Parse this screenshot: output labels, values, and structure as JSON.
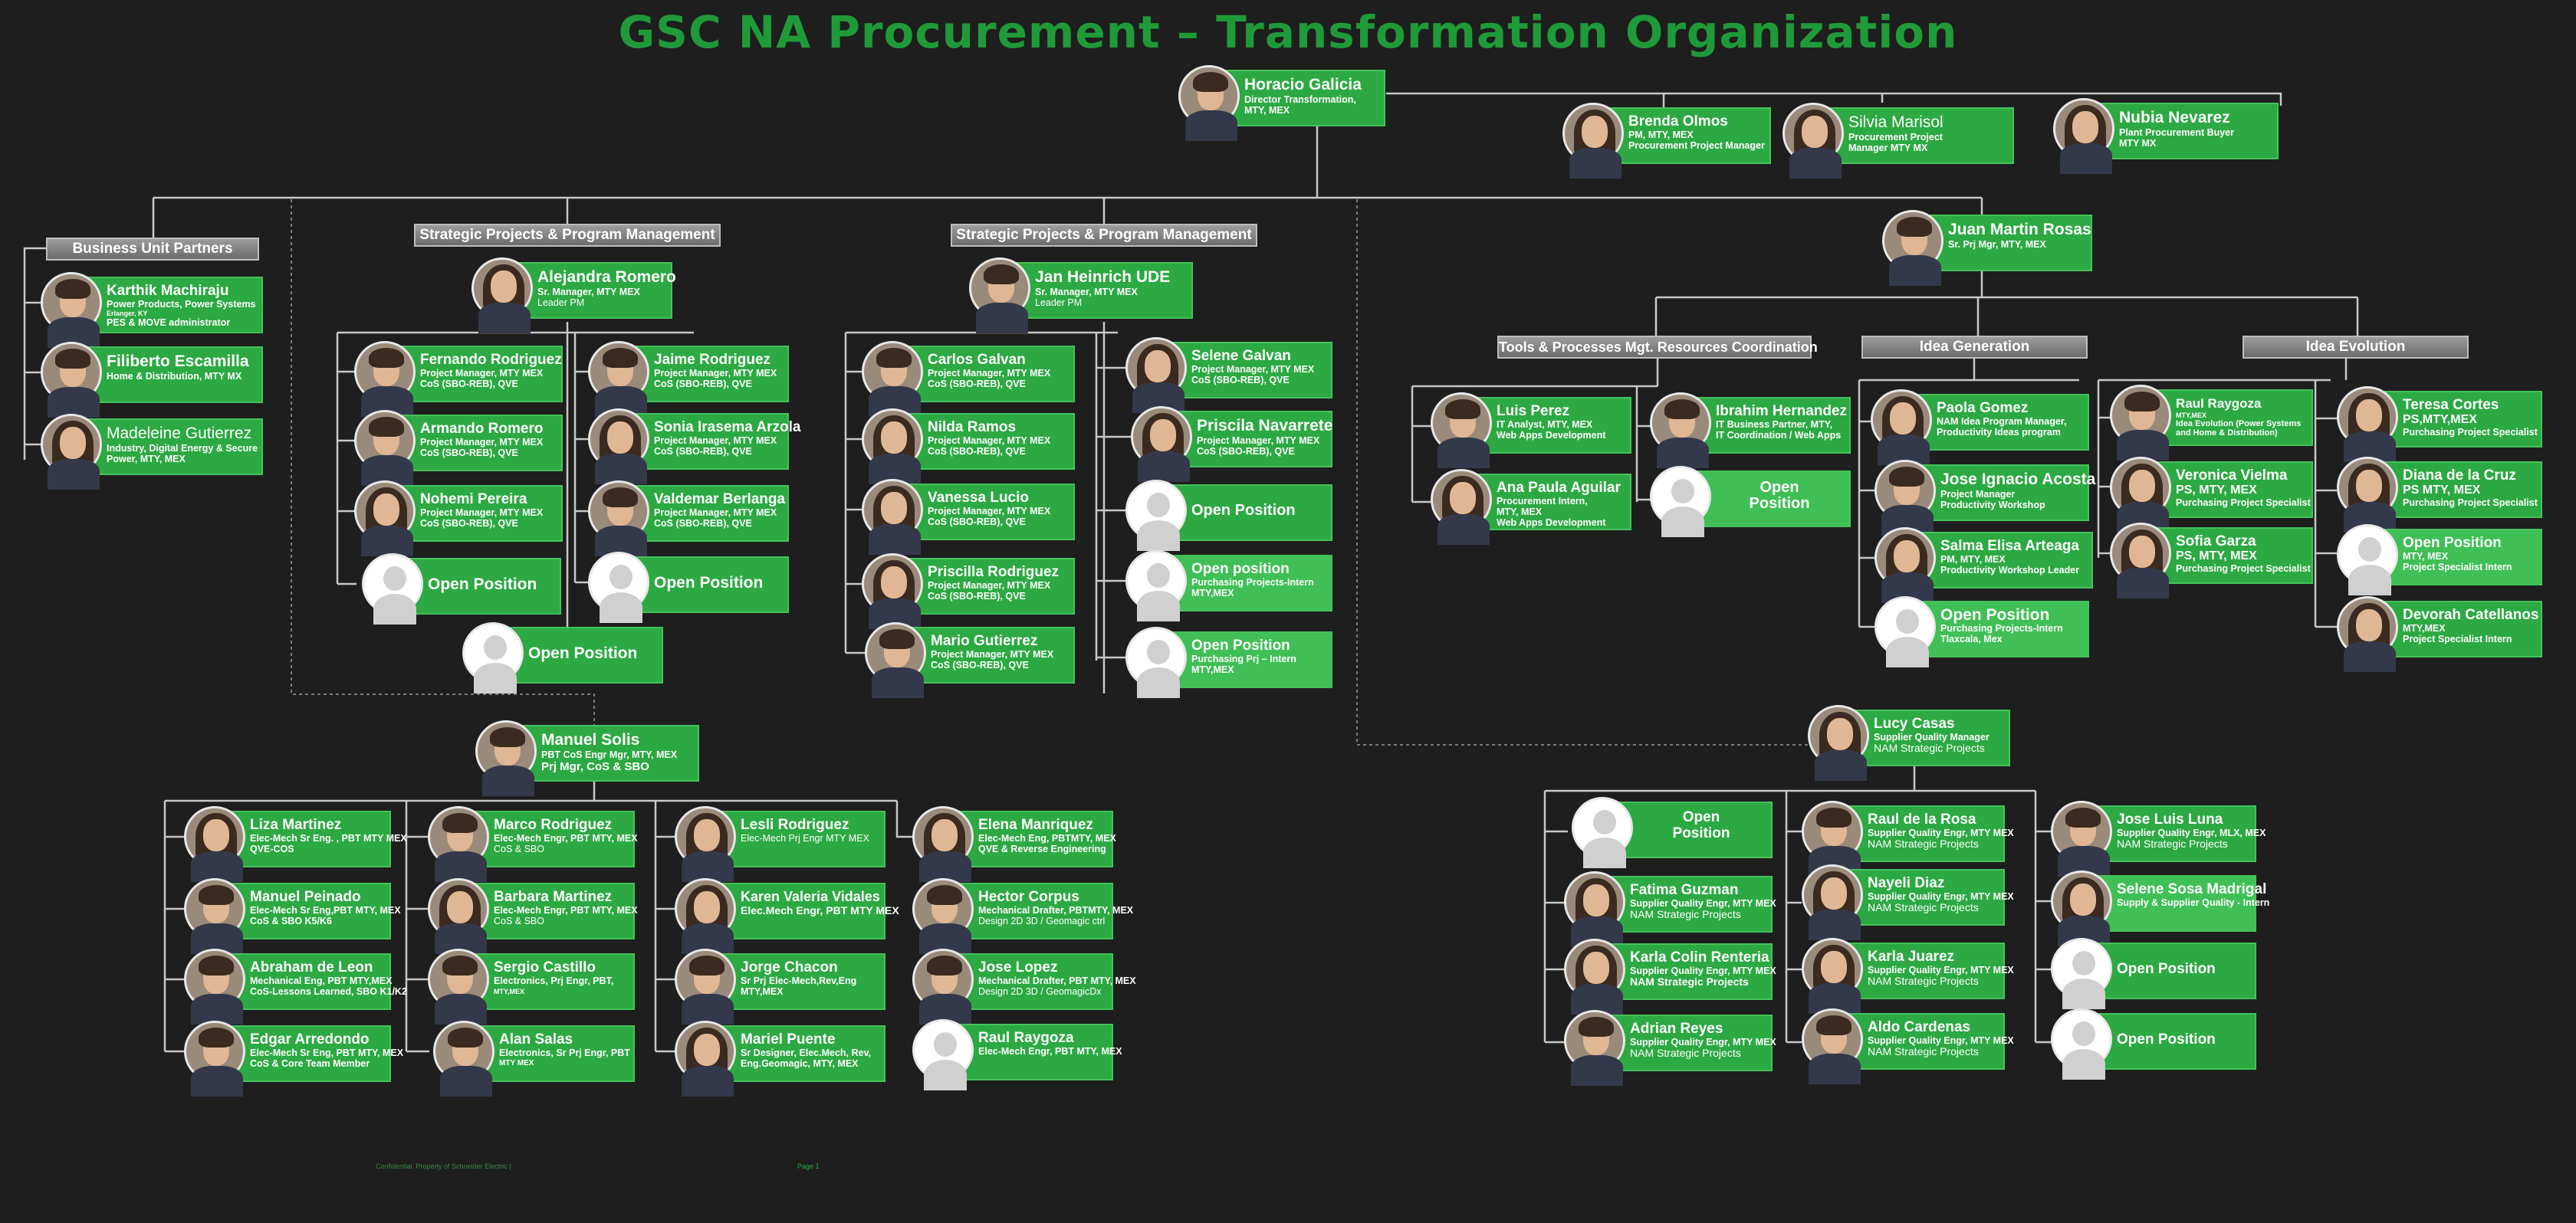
{
  "title": "GSC NA Procurement – Transformation Organization",
  "colors": {
    "card": "#2ca942",
    "title": "#1f9a38",
    "background": "#1e1e1e",
    "header": "#8a8a8a"
  },
  "headers": {
    "bup": "Business Unit Partners",
    "spm1": "Strategic Projects & Program Management",
    "spm2": "Strategic Projects & Program Management",
    "tools": "Tools & Processes Mgt. Resources Coordination",
    "idea_gen": "Idea Generation",
    "idea_evo": "Idea Evolution"
  },
  "people": {
    "horacio": {
      "name": "Horacio  Galicia",
      "l1": "Director Transformation,",
      "l2": "MTY, MEX"
    },
    "brenda": {
      "name": "Brenda Olmos",
      "l1": "PM, MTY, MEX",
      "l2": "Procurement Project Manager"
    },
    "silvia": {
      "name": "Silvia Marisol",
      "l1": "Procurement Project",
      "l2": "Manager MTY MX"
    },
    "nubia": {
      "name": "Nubia Nevarez",
      "l1": "Plant Procurement Buyer",
      "l2": "MTY MX"
    },
    "juan": {
      "name": "Juan Martin Rosas",
      "l1": "Sr. Prj Mgr, MTY, MEX"
    },
    "karthik": {
      "name": "Karthik Machiraju",
      "l1": "Power Products, Power Systems",
      "l2": "Erlanger, KY",
      "l3": "PES & MOVE administrator"
    },
    "filiberto": {
      "name": "Filiberto Escamilla",
      "l1": "Home & Distribution, MTY MX"
    },
    "madeleine": {
      "name": "Madeleine Gutierrez",
      "l1": "Industry, Digital Energy & Secure",
      "l2": "Power, MTY, MEX"
    },
    "alejandra": {
      "name": "Alejandra Romero",
      "l1": "Sr. Manager, MTY MEX",
      "l2": "Leader PM"
    },
    "fernando": {
      "name": "Fernando Rodriguez",
      "l1": "Project Manager, MTY MEX",
      "l2": "CoS (SBO-REB),  QVE"
    },
    "armando": {
      "name": "Armando Romero",
      "l1": "Project Manager, MTY MEX",
      "l2": "CoS (SBO-REB),  QVE"
    },
    "nohemi": {
      "name": "Nohemi  Pereira",
      "l1": "Project Manager, MTY MEX",
      "l2": "CoS (SBO-REB),  QVE"
    },
    "open_a1": {
      "name": "Open Position"
    },
    "jaime": {
      "name": "Jaime Rodriguez",
      "l1": "Project Manager, MTY MEX",
      "l2": "CoS (SBO-REB),  QVE"
    },
    "sonia": {
      "name": "Sonia Irasema Arzola",
      "l1": "Project Manager, MTY MEX",
      "l2": "CoS (SBO-REB),  QVE"
    },
    "valdemar": {
      "name": "Valdemar Berlanga",
      "l1": "Project Manager, MTY MEX",
      "l2": "CoS (SBO-REB),  QVE"
    },
    "open_a2": {
      "name": "Open Position"
    },
    "open_a3": {
      "name": "Open Position"
    },
    "jan": {
      "name": "Jan Heinrich UDE",
      "l1": "Sr. Manager, MTY MEX",
      "l2": "Leader  PM"
    },
    "carlos": {
      "name": "Carlos Galvan",
      "l1": "Project Manager, MTY MEX",
      "l2": "CoS (SBO-REB),  QVE"
    },
    "nilda": {
      "name": "Nilda Ramos",
      "l1": "Project Manager, MTY MEX",
      "l2": "CoS (SBO-REB),  QVE"
    },
    "vanessa": {
      "name": "Vanessa  Lucio",
      "l1": "Project Manager, MTY MEX",
      "l2": "CoS (SBO-REB),  QVE"
    },
    "priscilla_r": {
      "name": "Priscilla  Rodriguez",
      "l1": "Project Manager, MTY MEX",
      "l2": "CoS (SBO-REB),  QVE"
    },
    "mario": {
      "name": "Mario Gutierrez",
      "l1": "Project Manager, MTY MEX",
      "l2": "CoS (SBO-REB),  QVE"
    },
    "selene_g": {
      "name": "Selene  Galvan",
      "l1": "Project Manager, MTY MEX",
      "l2": "CoS (SBO-REB),  QVE"
    },
    "priscila_n": {
      "name": "Priscila Navarrete",
      "l1": "Project Manager, MTY MEX",
      "l2": "CoS (SBO-REB),  QVE"
    },
    "open_b1": {
      "name": "Open Position"
    },
    "open_b2": {
      "name": "Open position",
      "l1": "Purchasing  Projects-Intern",
      "l2": "MTY,MEX"
    },
    "open_b3": {
      "name": "Open Position",
      "l1": "Purchasing Prj – Intern",
      "l2": "MTY,MEX"
    },
    "luis": {
      "name": "Luis Perez",
      "l1": "IT Analyst, MTY,  MEX",
      "l2": "Web Apps Development"
    },
    "ana": {
      "name": "Ana Paula Aguilar",
      "l1": "Procurement Intern,",
      "l2": "MTY, MEX",
      "l3": "Web Apps Development"
    },
    "ibrahim": {
      "name": "Ibrahim Hernandez",
      "l1": "IT Business  Partner, MTY,",
      "l2": "IT Coordination  / Web Apps"
    },
    "open_c1": {
      "name": "Open",
      "l1": "Position"
    },
    "paola": {
      "name": "Paola Gomez",
      "l1": "NAM Idea Program Manager,",
      "l2": "Productivity Ideas program"
    },
    "jose_ignacio": {
      "name": "Jose Ignacio Acosta",
      "l1": "Project Manager",
      "l2": "Productivity Workshop"
    },
    "salma": {
      "name": "Salma Elisa Arteaga",
      "l1": "PM, MTY, MEX",
      "l2": "Productivity Workshop Leader"
    },
    "open_c2": {
      "name": "Open Position",
      "l1": "Purchasing Projects-Intern",
      "l2": "Tlaxcala, Mex"
    },
    "raul_r": {
      "name": "Raul Raygoza",
      "l1": "MTY,MEX",
      "l2": "Idea Evolution (Power Systems",
      "l3": "and Home & Distribution)"
    },
    "veronica": {
      "name": "Veronica Vielma",
      "l1": "PS, MTY, MEX",
      "l2": "Purchasing Project Specialist"
    },
    "sofia": {
      "name": "Sofia Garza",
      "l1": "PS, MTY, MEX",
      "l2": "Purchasing Project Specialist"
    },
    "teresa": {
      "name": "Teresa Cortes",
      "l1": "PS,MTY,MEX",
      "l2": "Purchasing Project Specialist"
    },
    "diana": {
      "name": "Diana de la Cruz",
      "l1": "PS MTY, MEX",
      "l2": "Purchasing Project Specialist"
    },
    "open_d1": {
      "name": "Open Position",
      "l1": "MTY, MEX",
      "l2": "Project Specialist Intern"
    },
    "devorah": {
      "name": "Devorah Catellanos",
      "l1": "MTY,MEX",
      "l2": "Project Specialist Intern"
    },
    "manuel_s": {
      "name": "Manuel Solis",
      "l1": "PBT CoS Engr Mgr, MTY, MEX",
      "l2": "Prj Mgr, CoS & SBO"
    },
    "liza": {
      "name": "Liza Martinez",
      "l1": "Elec-Mech Sr Eng. , PBT MTY MEX",
      "l2": "QVE-COS"
    },
    "manuel_p": {
      "name": "Manuel Peinado",
      "l1": "Elec-Mech Sr Eng,PBT MTY, MEX",
      "l2": "CoS & SBO K5/K6"
    },
    "abraham": {
      "name": "Abraham de Leon",
      "l1": "Mechanical Eng, PBT MTY,MEX",
      "l2": "CoS-Lessons Learned, SBO K1/K2"
    },
    "edgar": {
      "name": "Edgar Arredondo",
      "l1": "Elec-Mech Sr Eng, PBT MTY, MEX",
      "l2": "CoS & Core Team Member"
    },
    "marco": {
      "name": "Marco Rodriguez",
      "l1": "Elec-Mech Engr, PBT MTY, MEX",
      "l2": "CoS & SBO"
    },
    "barbara": {
      "name": "Barbara Martinez",
      "l1": "Elec-Mech Engr, PBT MTY, MEX",
      "l2": "CoS & SBO"
    },
    "sergio": {
      "name": "Sergio Castillo",
      "l1": "Electronics, Prj Engr, PBT,",
      "l2": "MTY,MEX"
    },
    "alan": {
      "name": "Alan Salas",
      "l1": "Electronics, Sr Prj Engr, PBT",
      "l2": "MTY MEX"
    },
    "lesli": {
      "name": "Lesli Rodriguez",
      "l1": "Elec-Mech Prj Engr  MTY MEX"
    },
    "karen": {
      "name": "Karen Valeria Vidales",
      "l1": "Elec.Mech Engr, PBT MTY MEX"
    },
    "jorge": {
      "name": "Jorge Chacon",
      "l1": "Sr Prj Elec-Mech,Rev,Eng",
      "l2": "MTY,MEX"
    },
    "mariel": {
      "name": "Mariel Puente",
      "l1": "Sr Designer, Elec.Mech, Rev,",
      "l2": "Eng.Geomagic, MTY, MEX"
    },
    "elena": {
      "name": "Elena Manriquez",
      "l1": "Elec-Mech Eng, PBTMTY, MEX",
      "l2": "QVE & Reverse  Engineering"
    },
    "hector": {
      "name": "Hector Corpus",
      "l1": "Mechanical Drafter, PBTMTY, MEX",
      "l2": "Design 2D 3D / Geomagic ctrl"
    },
    "jose_l": {
      "name": "Jose Lopez",
      "l1": "Mechanical Drafter, PBT MTY, MEX",
      "l2": "Design 2D 3D / GeomagicDx"
    },
    "raul_r2": {
      "name": "Raul Raygoza",
      "l1": "Elec-Mech Engr, PBT MTY, MEX"
    },
    "lucy": {
      "name": "Lucy Casas",
      "l1": "Supplier Quality Manager",
      "l2": "NAM Strategic Projects"
    },
    "open_e1": {
      "name": "Open",
      "l1": "Position"
    },
    "fatima": {
      "name": "Fatima Guzman",
      "l1": "Supplier Quality Engr, MTY MEX",
      "l2": "NAM Strategic Projects"
    },
    "karla_c": {
      "name": "Karla Colin Renteria",
      "l1": "Supplier Quality Engr, MTY MEX",
      "l2": "NAM Strategic Projects"
    },
    "adrian": {
      "name": "Adrian Reyes",
      "l1": "Supplier Quality Engr, MTY MEX",
      "l2": "NAM Strategic Projects"
    },
    "raul_dlr": {
      "name": "Raul de la Rosa",
      "l1": "Supplier Quality Engr, MTY MEX",
      "l2": "NAM Strategic Projects"
    },
    "nayeli": {
      "name": "Nayeli Diaz",
      "l1": "Supplier Quality Engr, MTY MEX",
      "l2": "NAM Strategic Projects"
    },
    "karla_j": {
      "name": "Karla Juarez",
      "l1": "Supplier Quality Engr, MTY MEX",
      "l2": "NAM Strategic Projects"
    },
    "aldo": {
      "name": "Aldo Cardenas",
      "l1": "Supplier Quality Engr, MTY MEX",
      "l2": "NAM Strategic Projects"
    },
    "jose_luis": {
      "name": "Jose Luis Luna",
      "l1": "Supplier Quality Engr, MLX, MEX",
      "l2": "NAM Strategic Projects"
    },
    "selene_s": {
      "name": "Selene Sosa Madrigal",
      "l1": "Supply & Supplier Quality - Intern"
    },
    "open_e2": {
      "name": "Open Position"
    },
    "open_e3": {
      "name": "Open Position"
    }
  },
  "footer": {
    "left": "Confidential. Property of Schneider Electric |",
    "page": "Page 1"
  }
}
